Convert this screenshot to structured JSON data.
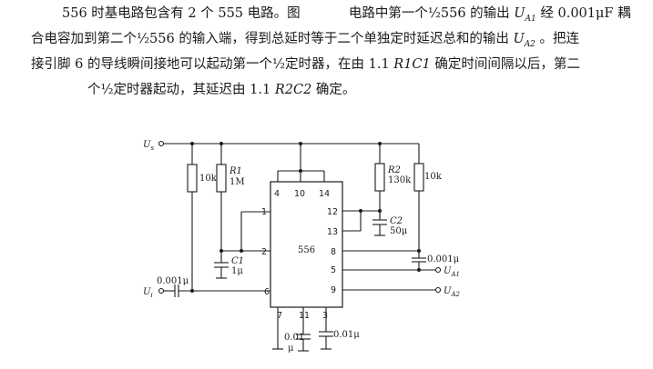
{
  "text": {
    "line1": {
      "prefix": "556 时基电路包含有 2 个 555 电路。图",
      "middle": "电路中第一个½556 的输出",
      "u_symbol": "U",
      "u_sub": "A1",
      "suffix": "经 0.001μF 耦"
    },
    "line2": {
      "prefix": "合电容加到第二个½556 的输入端，得到总延时等于二个单独定时延迟总和的输出",
      "u_symbol": "U",
      "u_sub": "A2",
      "suffix": "。把连"
    },
    "line3": {
      "prefix": "接引脚 6 的导线瞬间接地可以起动第一个½定时器，在由 1.1 ",
      "r1c1": "R1C1",
      "suffix": " 确定时间间隔以后，第二"
    },
    "line4": {
      "prefix": "个½定时器起动，其延迟由 1.1",
      "r2c2": "R2C2",
      "suffix": " 确定。"
    }
  },
  "schematic": {
    "supply_label": "U",
    "supply_sub": "s",
    "input_label": "U",
    "input_sub": "i",
    "chip_label": "556",
    "r_left_value": "10k",
    "r1_name": "R1",
    "r1_value": "1M",
    "c1_name": "C1",
    "c1_value": "1μ",
    "r2_name": "R2",
    "r2_value": "130k",
    "c2_name": "C2",
    "c2_value": "50μ",
    "r_right_value": "10k",
    "c_input_value": "0.001μ",
    "c_coupling_value": "0.001μ",
    "out1_label": "U",
    "out1_sub": "A1",
    "out2_label": "U",
    "out2_sub": "A2",
    "c_pin11_value_a": "0.01",
    "c_pin11_value_b": "μ",
    "c_pin3_value": "0.01μ",
    "pins": {
      "p4": "4",
      "p10": "10",
      "p14": "14",
      "p1": "1",
      "p2": "2",
      "p6": "6",
      "p12": "12",
      "p13": "13",
      "p8": "8",
      "p5": "5",
      "p9": "9",
      "p7": "7",
      "p11": "11",
      "p3": "3"
    }
  }
}
